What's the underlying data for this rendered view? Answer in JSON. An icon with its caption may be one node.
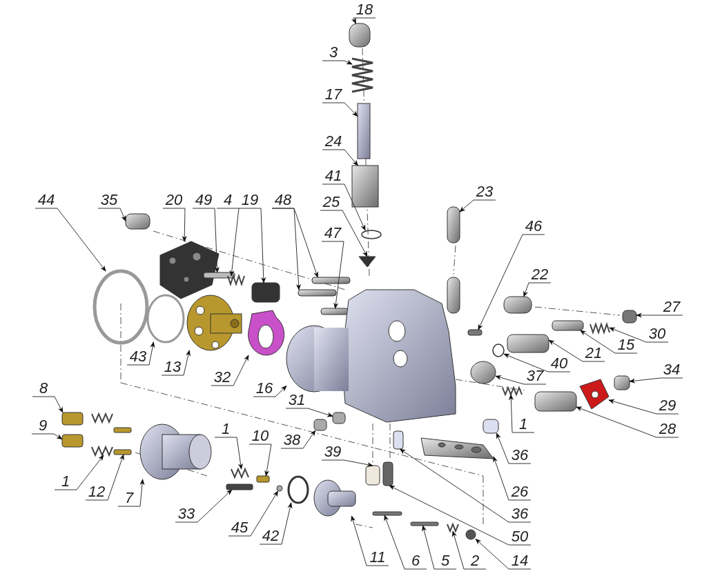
{
  "diagram": {
    "nodes": [
      {
        "text": [
          "18"
        ]
      },
      {
        "text": [
          "3"
        ]
      },
      {
        "text": [
          "17"
        ]
      },
      {
        "text": [
          "24"
        ]
      },
      {
        "text": [
          "23"
        ]
      },
      {
        "text": [
          "44"
        ]
      },
      {
        "text": [
          "35"
        ]
      },
      {
        "text": [
          "20"
        ]
      },
      {
        "text": [
          "49"
        ]
      },
      {
        "text": [
          "4"
        ]
      },
      {
        "text": [
          "19"
        ]
      },
      {
        "text": [
          "48"
        ]
      },
      {
        "text": [
          "41"
        ]
      },
      {
        "text": [
          "25"
        ]
      },
      {
        "text": [
          "46"
        ]
      },
      {
        "text": [
          "47"
        ]
      },
      {
        "text": [
          "22"
        ]
      },
      {
        "text": [
          "27"
        ]
      },
      {
        "text": [
          "30"
        ]
      },
      {
        "text": [
          "15"
        ]
      },
      {
        "text": [
          "21"
        ]
      },
      {
        "text": [
          "40"
        ]
      },
      {
        "text": [
          "43"
        ]
      },
      {
        "text": [
          "13"
        ]
      },
      {
        "text": [
          "32"
        ]
      },
      {
        "text": [
          "37"
        ]
      },
      {
        "text": [
          "34"
        ]
      },
      {
        "text": [
          "16"
        ]
      },
      {
        "text": [
          "31"
        ]
      },
      {
        "text": [
          "8"
        ]
      },
      {
        "text": [
          "29"
        ]
      },
      {
        "text": [
          "38"
        ]
      },
      {
        "text": [
          "28"
        ]
      },
      {
        "text": [
          "1"
        ]
      },
      {
        "text": [
          "9"
        ]
      },
      {
        "text": [
          "10"
        ]
      },
      {
        "text": [
          "1"
        ]
      },
      {
        "text": [
          "36"
        ]
      },
      {
        "text": [
          "39"
        ]
      },
      {
        "text": [
          "12"
        ]
      },
      {
        "text": [
          "1"
        ]
      },
      {
        "text": [
          "7"
        ]
      },
      {
        "text": [
          "26"
        ]
      },
      {
        "text": [
          "36"
        ]
      },
      {
        "text": [
          "33"
        ]
      },
      {
        "text": [
          "42"
        ]
      },
      {
        "text": [
          "45"
        ]
      },
      {
        "text": [
          "50"
        ]
      },
      {
        "text": [
          "11"
        ]
      },
      {
        "text": [
          "6"
        ]
      },
      {
        "text": [
          "5"
        ]
      },
      {
        "text": [
          "2"
        ]
      },
      {
        "text": [
          "14"
        ]
      },
      {
        "text": [],
        "shape": "box"
      },
      {
        "text": [],
        "shape": "picture"
      },
      {
        "text": [],
        "shape": "box"
      },
      {
        "text": [],
        "shape": "box"
      },
      {
        "text": [],
        "shape": "circle"
      },
      {
        "text": [],
        "shape": "triangle"
      },
      {
        "text": [],
        "shape": "box"
      },
      {
        "text": [],
        "shape": "circle"
      },
      {
        "text": [],
        "shape": "box"
      },
      {
        "text": [],
        "shape": "picture"
      },
      {
        "text": [],
        "shape": "box"
      },
      {
        "text": [],
        "shape": "picture"
      },
      {
        "text": [],
        "shape": "box"
      },
      {
        "text": [],
        "shape": "box"
      },
      {
        "text": [],
        "shape": "box"
      },
      {
        "text": [],
        "shape": "box"
      },
      {
        "text": [],
        "shape": "picture"
      },
      {
        "text": [],
        "shape": "box"
      },
      {
        "text": [],
        "shape": "box"
      },
      {
        "text": [],
        "shape": "box"
      },
      {
        "text": [],
        "shape": "box"
      },
      {
        "text": [],
        "shape": "picture"
      },
      {
        "text": [],
        "shape": "box"
      },
      {
        "text": [],
        "shape": "circle"
      },
      {
        "text": [],
        "shape": "circle"
      },
      {
        "text": [],
        "shape": "picture"
      },
      {
        "text": [],
        "shape": "picture"
      },
      {
        "text": [],
        "shape": "circle"
      },
      {
        "text": [],
        "shape": "box"
      },
      {
        "text": [],
        "shape": "box"
      },
      {
        "text": [],
        "shape": "box"
      },
      {
        "text": [],
        "shape": "box"
      },
      {
        "text": [],
        "shape": "box"
      },
      {
        "text": [],
        "shape": "picture"
      },
      {
        "text": [],
        "shape": "box"
      },
      {
        "text": [],
        "shape": "picture"
      },
      {
        "text": [],
        "shape": "box"
      },
      {
        "text": [],
        "shape": "box"
      },
      {
        "text": [],
        "shape": "box"
      },
      {
        "text": [],
        "shape": "picture"
      },
      {
        "text": [],
        "shape": "picture"
      },
      {
        "text": [],
        "shape": "picture"
      },
      {
        "text": [],
        "shape": "box"
      },
      {
        "text": [],
        "shape": "picture"
      },
      {
        "text": [],
        "shape": "box"
      },
      {
        "text": [],
        "shape": "box"
      },
      {
        "text": [],
        "shape": "circle"
      },
      {
        "text": [],
        "shape": "circle"
      },
      {
        "text": [],
        "shape": "box"
      },
      {
        "text": [],
        "shape": "picture"
      },
      {
        "text": [],
        "shape": "box"
      },
      {
        "text": [],
        "shape": "box"
      },
      {
        "text": [],
        "shape": "picture"
      },
      {
        "text": [],
        "shape": "circle"
      },
      {
        "text": [],
        "shape": "picture"
      },
      {
        "text": [],
        "shape": "box"
      },
      {
        "text": [],
        "shape": "box"
      }
    ],
    "edges": [
      {
        "from": 0,
        "to": 53,
        "arrow": "to"
      },
      {
        "from": 1,
        "to": 54,
        "arrow": "to"
      },
      {
        "from": 2,
        "to": 55,
        "arrow": "to"
      },
      {
        "from": 3,
        "to": 56,
        "arrow": "to"
      },
      {
        "from": 4,
        "to": 59,
        "arrow": "to"
      },
      {
        "from": 5,
        "to": 60,
        "arrow": "to"
      },
      {
        "from": 6,
        "to": 61,
        "arrow": "to"
      },
      {
        "from": 7,
        "to": 62,
        "arrow": "to"
      },
      {
        "from": 8,
        "to": 63,
        "arrow": "to"
      },
      {
        "from": 9,
        "to": 64,
        "arrow": "to"
      },
      {
        "from": 10,
        "to": 65,
        "arrow": "to"
      },
      {
        "from": 11,
        "to": 66,
        "arrow": "to"
      },
      {
        "from": 11,
        "to": 67,
        "arrow": "to"
      },
      {
        "from": 12,
        "to": 57,
        "arrow": "to"
      },
      {
        "from": 13,
        "to": 58,
        "arrow": "to"
      },
      {
        "from": 14,
        "to": 71,
        "arrow": "to"
      },
      {
        "from": 15,
        "to": 68,
        "arrow": "to"
      },
      {
        "from": 16,
        "to": 70,
        "arrow": "to"
      },
      {
        "from": 17,
        "to": 75,
        "arrow": "to"
      },
      {
        "from": 18,
        "to": 74,
        "arrow": "to"
      },
      {
        "from": 19,
        "to": 73,
        "arrow": "to"
      },
      {
        "from": 20,
        "to": 72,
        "arrow": "to"
      },
      {
        "from": 21,
        "to": 76,
        "arrow": "to"
      },
      {
        "from": 22,
        "to": 77,
        "arrow": "to"
      },
      {
        "from": 23,
        "to": 78,
        "arrow": "to"
      },
      {
        "from": 24,
        "to": 79,
        "arrow": "to"
      },
      {
        "from": 25,
        "to": 80,
        "arrow": "to"
      },
      {
        "from": 26,
        "to": 81,
        "arrow": "to"
      },
      {
        "from": 27,
        "to": 69,
        "arrow": "to"
      },
      {
        "from": 28,
        "to": 82,
        "arrow": "to"
      },
      {
        "from": 29,
        "to": 84,
        "arrow": "to"
      },
      {
        "from": 30,
        "to": 86,
        "arrow": "to"
      },
      {
        "from": 31,
        "to": 83,
        "arrow": "to"
      },
      {
        "from": 32,
        "to": 87,
        "arrow": "to"
      },
      {
        "from": 33,
        "to": 88,
        "arrow": "to"
      },
      {
        "from": 34,
        "to": 85,
        "arrow": "to"
      },
      {
        "from": 35,
        "to": 95,
        "arrow": "to"
      },
      {
        "from": 36,
        "to": 94,
        "arrow": "to"
      },
      {
        "from": 37,
        "to": 89,
        "arrow": "to"
      },
      {
        "from": 38,
        "to": 90,
        "arrow": "to"
      },
      {
        "from": 39,
        "to": 91,
        "arrow": "to"
      },
      {
        "from": 40,
        "to": 92,
        "arrow": "to"
      },
      {
        "from": 41,
        "to": 93,
        "arrow": "to"
      },
      {
        "from": 42,
        "to": 96,
        "arrow": "to"
      },
      {
        "from": 43,
        "to": 97,
        "arrow": "to"
      },
      {
        "from": 44,
        "to": 98,
        "arrow": "to"
      },
      {
        "from": 45,
        "to": 100,
        "arrow": "to"
      },
      {
        "from": 46,
        "to": 99,
        "arrow": "to"
      },
      {
        "from": 47,
        "to": 101,
        "arrow": "to"
      },
      {
        "from": 48,
        "to": 102,
        "arrow": "to"
      },
      {
        "from": 49,
        "to": 103,
        "arrow": "to"
      },
      {
        "from": 50,
        "to": 104,
        "arrow": "to"
      },
      {
        "from": 51,
        "to": 105,
        "arrow": "to"
      },
      {
        "from": 52,
        "to": 106,
        "arrow": "to"
      }
    ]
  }
}
